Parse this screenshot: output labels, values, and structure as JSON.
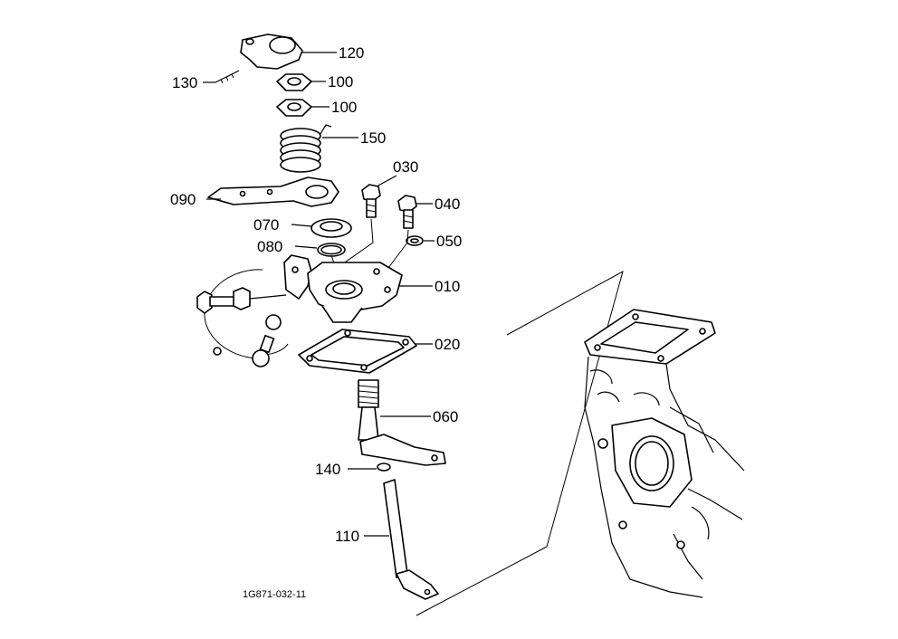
{
  "parts": {
    "p120": "120",
    "p130": "130",
    "p100a": "100",
    "p100b": "100",
    "p150": "150",
    "p030": "030",
    "p090": "090",
    "p040": "040",
    "p070": "070",
    "p050": "050",
    "p080": "080",
    "p010": "010",
    "p020": "020",
    "p060": "060",
    "p140": "140",
    "p110": "110"
  },
  "drawing_code": "1G871-032-11"
}
